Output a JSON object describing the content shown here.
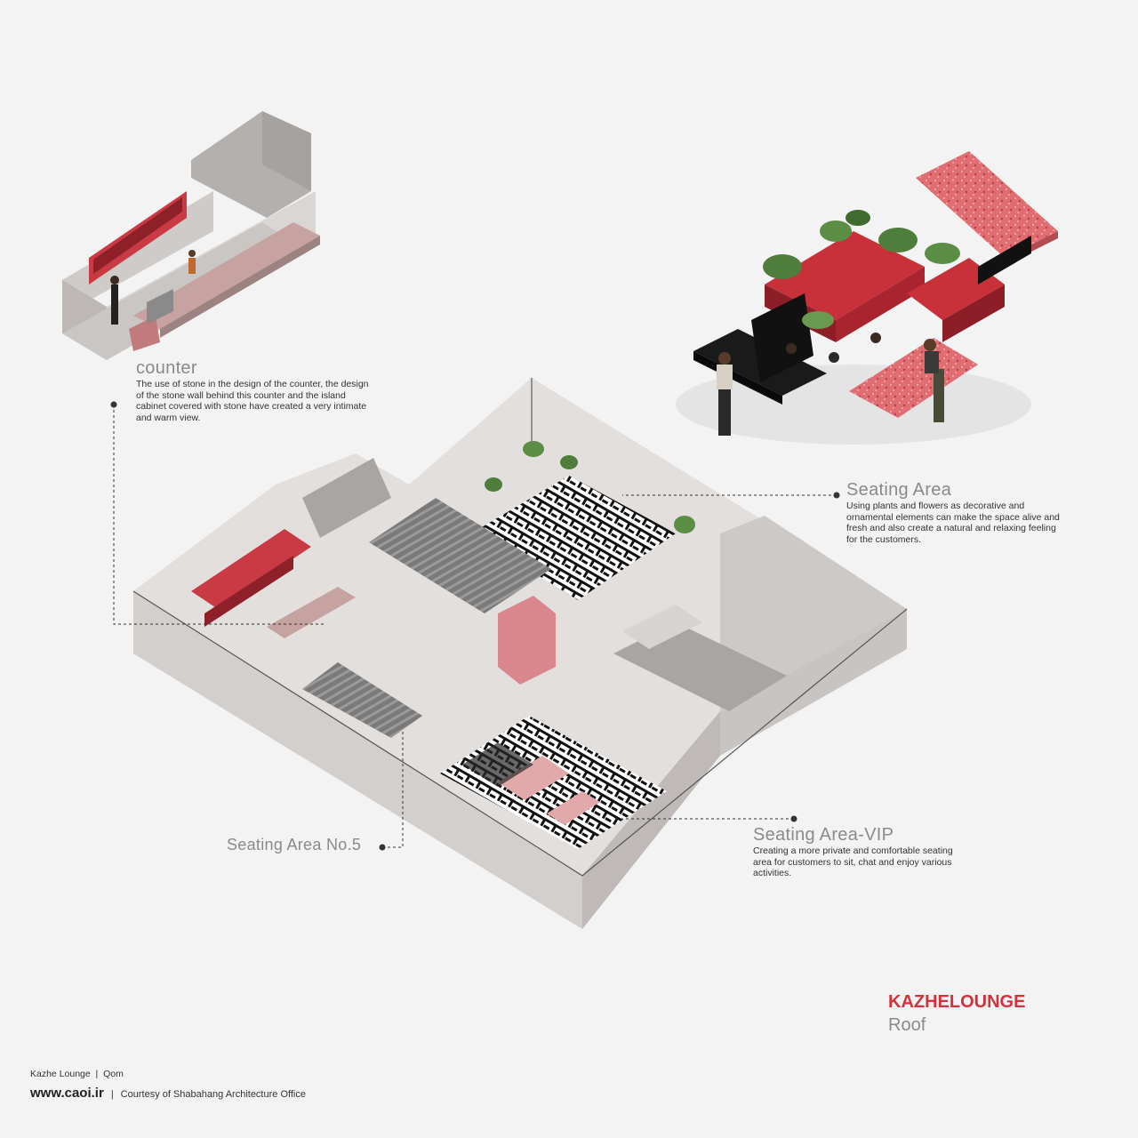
{
  "annotations": {
    "counter": {
      "title": "counter",
      "body": "The use of stone in the design of the counter, the design of the stone wall behind this counter and the island cabinet covered with stone have created a very intimate and warm view."
    },
    "seating_area": {
      "title": "Seating Area",
      "body": "Using plants and flowers as decorative and ornamental elements can make the space alive and fresh and also create a natural and relaxing feeling for the customers."
    },
    "seating_area_vip": {
      "title": "Seating Area-VIP",
      "body": "Creating a more private and comfortable seating area for customers to sit, chat and enjoy various activities."
    },
    "seating_area_no5": {
      "title": "Seating Area No.5"
    }
  },
  "project": {
    "name": "KAZHELOUNGE",
    "subtitle": "Roof"
  },
  "footer": {
    "location": "Kazhe Lounge  |  Qom",
    "url": "www.caoi.ir",
    "separator": "|",
    "credit": "Courtesy of Shabahang Architecture Office"
  },
  "colors": {
    "background": "#f3f3f3",
    "accent_red": "#d3323c",
    "wall_light": "#d8d4d2",
    "wall_dark": "#b9b4b2",
    "floor": "#cfcbc9"
  }
}
